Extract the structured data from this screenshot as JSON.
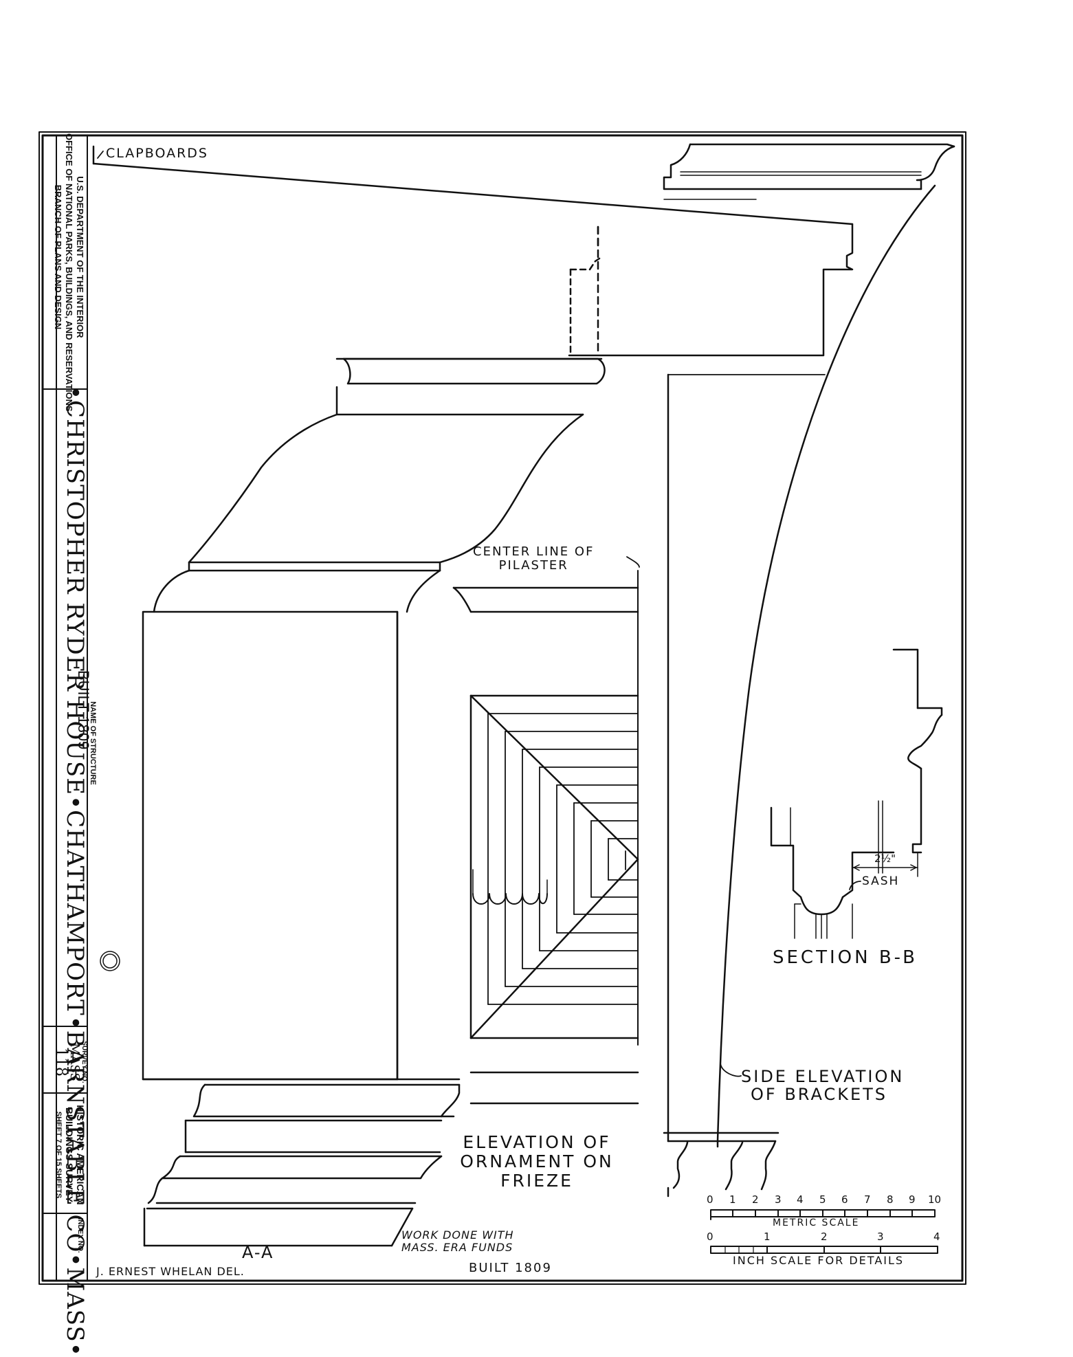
{
  "title_block": {
    "agency_line1": "U.S. DEPARTMENT OF THE INTERIOR",
    "agency_line2": "OFFICE OF NATIONAL PARKS, BUILDINGS, AND RESERVATIONS",
    "agency_line3": "BRANCH OF PLANS AND DESIGN",
    "structure_name": "•CHRISTOPHER RYDER HOUSE•CHATHAMPORT•BARNSTABLE CO•MASS•",
    "built_label": "BUILT 1809",
    "name_caption": "NAME OF STRUCTURE",
    "survey_caption": "SURVEY NO.",
    "survey_state": "MASS",
    "survey_number": "118",
    "habs_line1": "HISTORIC AMERICAN",
    "habs_line2": "BUILDINGS SURVEY",
    "sheet_line": "SHEET 7 OF 15 SHEETS",
    "index_caption": "INDEX NO."
  },
  "labels": {
    "clapboards": "CLAPBOARDS",
    "center_line": "CENTER LINE OF",
    "center_line_2": "PILASTER",
    "section_bb": "SECTION B-B",
    "sash": "SASH",
    "dimension": "2½\"",
    "side_elevation_1": "SIDE ELEVATION",
    "side_elevation_2": "OF BRACKETS",
    "ornament_1": "ELEVATION OF",
    "ornament_2": "ORNAMENT ON",
    "ornament_3": "FRIEZE",
    "section_aa": "A-A",
    "work_done_1": "WORK DONE WITH",
    "work_done_2": "MASS. ERA FUNDS",
    "built_bottom": "BUILT 1809",
    "delineator": "J. ERNEST WHELAN DEL."
  },
  "scales": {
    "metric_ticks": [
      "0",
      "1",
      "2",
      "3",
      "4",
      "5",
      "6",
      "7",
      "8",
      "9",
      "10"
    ],
    "metric_caption": "METRIC SCALE",
    "inch_ticks": [
      "0",
      "1",
      "2",
      "3",
      "4"
    ],
    "inch_caption": "INCH SCALE FOR DETAILS"
  }
}
